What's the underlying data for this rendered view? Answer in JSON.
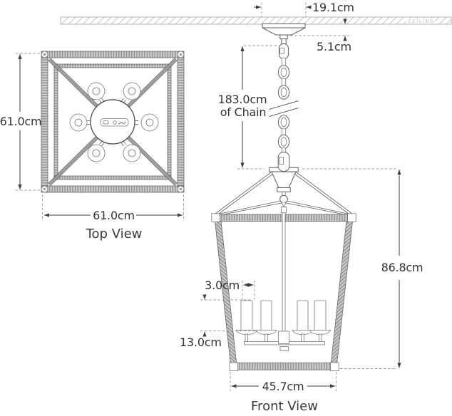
{
  "figure": {
    "top_view": {
      "label": "Top View",
      "height_dim": "61.0cm",
      "width_dim": "61.0cm"
    },
    "front_view": {
      "label": "Front View",
      "ceiling_label": "CEILING",
      "canopy_width_dim": "19.1cm",
      "canopy_height_dim": "5.1cm",
      "chain_dim_line1": "183.0cm",
      "chain_dim_line2": "of Chain",
      "fixture_height_dim": "86.8cm",
      "candle_width_dim": "3.0cm",
      "candle_height_dim": "13.0cm",
      "fixture_width_dim": "45.7cm"
    },
    "colors": {
      "line": "#5f5f5f",
      "dim_text": "#333333",
      "frame_fill": "#cbcbcb",
      "frame_rib": "#8d8d8d",
      "ceiling_hatch": "#c6c6c6",
      "ceiling_text": "#c5c5c5"
    }
  }
}
